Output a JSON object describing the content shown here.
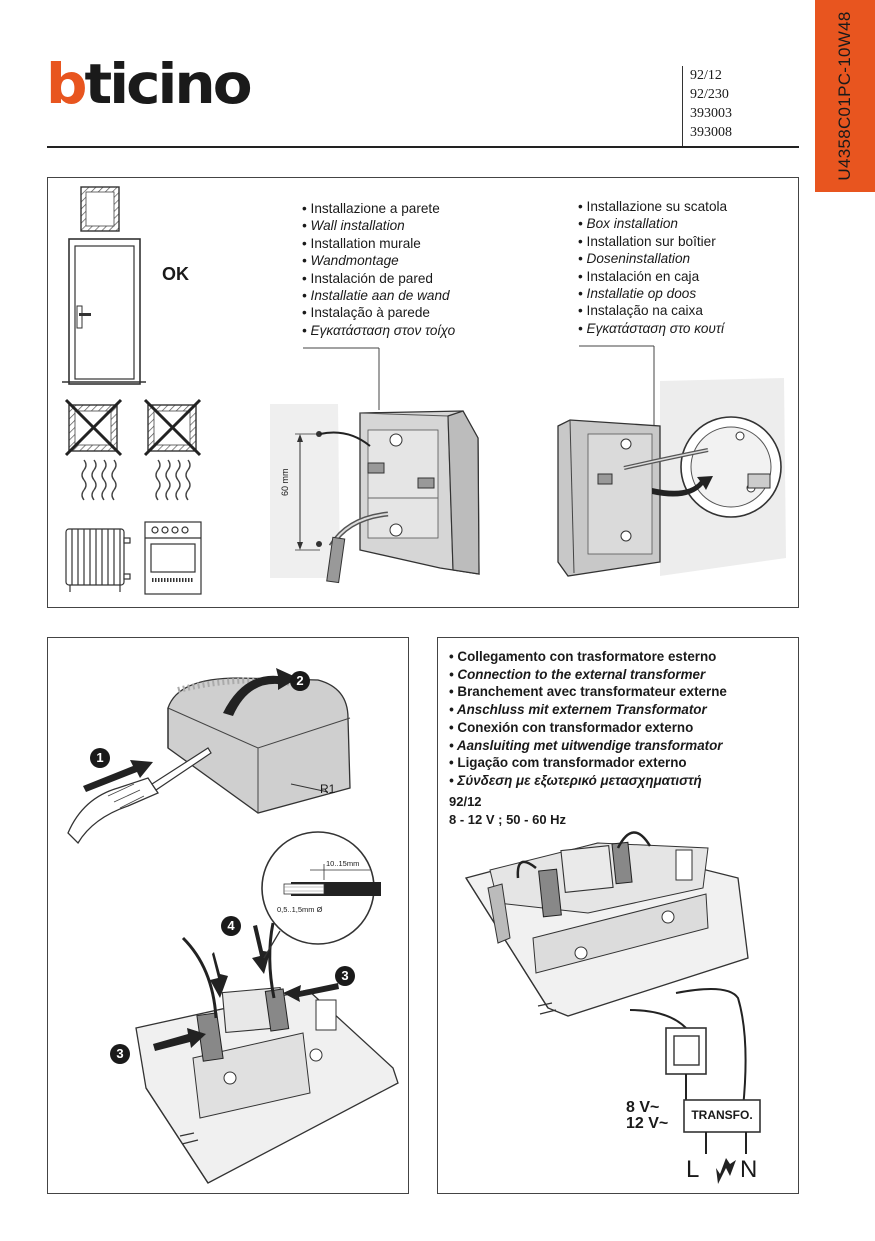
{
  "brand": {
    "logo_prefix": "b",
    "logo_rest": "ticino",
    "accent_color": "#e8551f"
  },
  "header": {
    "codes": [
      "92/12",
      "92/230",
      "393003",
      "393008"
    ]
  },
  "side_tab": {
    "code": "U4358C01PC-10W48"
  },
  "top_panel": {
    "ok_label": "OK",
    "wall_list": [
      {
        "text": "• Installazione a parete",
        "italic": false
      },
      {
        "text": "• Wall installation",
        "italic": true
      },
      {
        "text": "• Installation murale",
        "italic": false
      },
      {
        "text": "• Wandmontage",
        "italic": true
      },
      {
        "text": "• Instalación de pared",
        "italic": false
      },
      {
        "text": "• Installatie aan de wand",
        "italic": true
      },
      {
        "text": "• Instalação à parede",
        "italic": false
      },
      {
        "text": "• Εγκατάσταση στον τοίχο",
        "italic": true
      }
    ],
    "box_list": [
      {
        "text": "• Installazione su scatola",
        "italic": false
      },
      {
        "text": "• Box installation",
        "italic": true
      },
      {
        "text": "• Installation sur boîtier",
        "italic": false
      },
      {
        "text": "• Doseninstallation",
        "italic": true
      },
      {
        "text": "• Instalación en caja",
        "italic": false
      },
      {
        "text": "• Installatie op doos",
        "italic": true
      },
      {
        "text": "• Instalação na caixa",
        "italic": false
      },
      {
        "text": "• Εγκατάσταση στο κουτί",
        "italic": true
      }
    ],
    "dimension_label": "60 mm"
  },
  "bottom_left": {
    "cover_label": "R1",
    "step_1": "1",
    "step_2": "2",
    "step_3": "3",
    "step_4": "4",
    "strip_length": "10..15mm",
    "wire_section": "0,5..1,5mm Ø"
  },
  "bottom_right": {
    "list": [
      {
        "text": "• Collegamento con trasformatore esterno",
        "italic": false
      },
      {
        "text": "• Connection to the external transformer",
        "italic": true
      },
      {
        "text": "• Branchement avec transformateur externe",
        "italic": false
      },
      {
        "text": "• Anschluss mit externem Transformator",
        "italic": true
      },
      {
        "text": "• Conexión con transformador externo",
        "italic": false
      },
      {
        "text": "• Aansluiting met uitwendige transformator",
        "italic": true
      },
      {
        "text": "•  Ligação com transformador externo",
        "italic": false
      },
      {
        "text": "• Σύνδεση με εξωτερικό μετασχηματιστή",
        "italic": true
      }
    ],
    "model": "92/12",
    "spec": "8 - 12 V ; 50 - 60 Hz",
    "v8": "8 V~",
    "v12": "12 V~",
    "transfo": "TRANSFO.",
    "line_l": "L",
    "line_n": "N"
  }
}
